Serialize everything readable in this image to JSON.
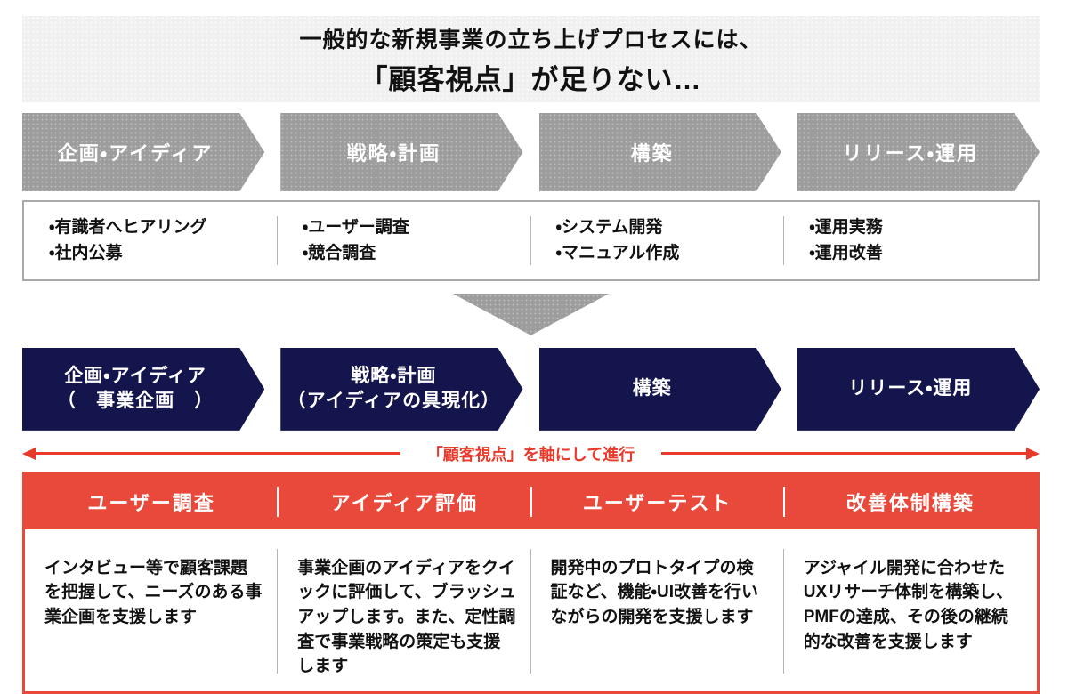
{
  "title": {
    "line1": "一般的な新規事業の立ち上げプロセスには、",
    "line2": "「顧客視点」が足りない…"
  },
  "generic_process": {
    "steps": [
      "企画・アイディア",
      "戦略・計画",
      "構築",
      "リリース・運用"
    ],
    "details": [
      {
        "items": [
          "・有識者へヒアリング",
          "・社内公募"
        ]
      },
      {
        "items": [
          "・ユーザー調査",
          "・競合調査"
        ]
      },
      {
        "items": [
          "・システム開発",
          "・マニュアル作成"
        ]
      },
      {
        "items": [
          "・運用実務",
          "・運用改善"
        ]
      }
    ]
  },
  "customer_process": {
    "steps": [
      {
        "line1": "企画・アイディア",
        "line2": "（　事業企画　）"
      },
      {
        "line1": "戦略・計画",
        "line2": "（アイディアの具現化）"
      },
      {
        "line1": "構築",
        "line2": ""
      },
      {
        "line1": "リリース・運用",
        "line2": ""
      }
    ],
    "axis_label": "「顧客視点」を軸にして進行",
    "services": {
      "headers": [
        "ユーザー調査",
        "アイディア評価",
        "ユーザーテスト",
        "改善体制構築"
      ],
      "descriptions": [
        "インタビュー等で顧客課題を把握して、ニーズのある事業企画を支援します",
        "事業企画のアイディアをクイックに評価して、ブラッシュアップします。また、定性調査で事業戦略の策定も支援します",
        "開発中のプロトタイプの検証など、機能・UI改善を行いながらの開発を支援します",
        "アジャイル開発に合わせたUXリサーチ体制を構築し、PMFの達成、その後の継続的な改善を支援します"
      ]
    }
  },
  "icons": {
    "flow_arrow": "chevron-right-shape",
    "down_arrow": "triangle-down-shape",
    "axis_arrow": "double-headed-horizontal-arrow"
  },
  "colors": {
    "accent_red": "#e8493b",
    "arrow_red": "#e8392b",
    "navy": "#15154d",
    "gray": "#9d9d9d",
    "banner_bg": "#f0f0f0"
  }
}
